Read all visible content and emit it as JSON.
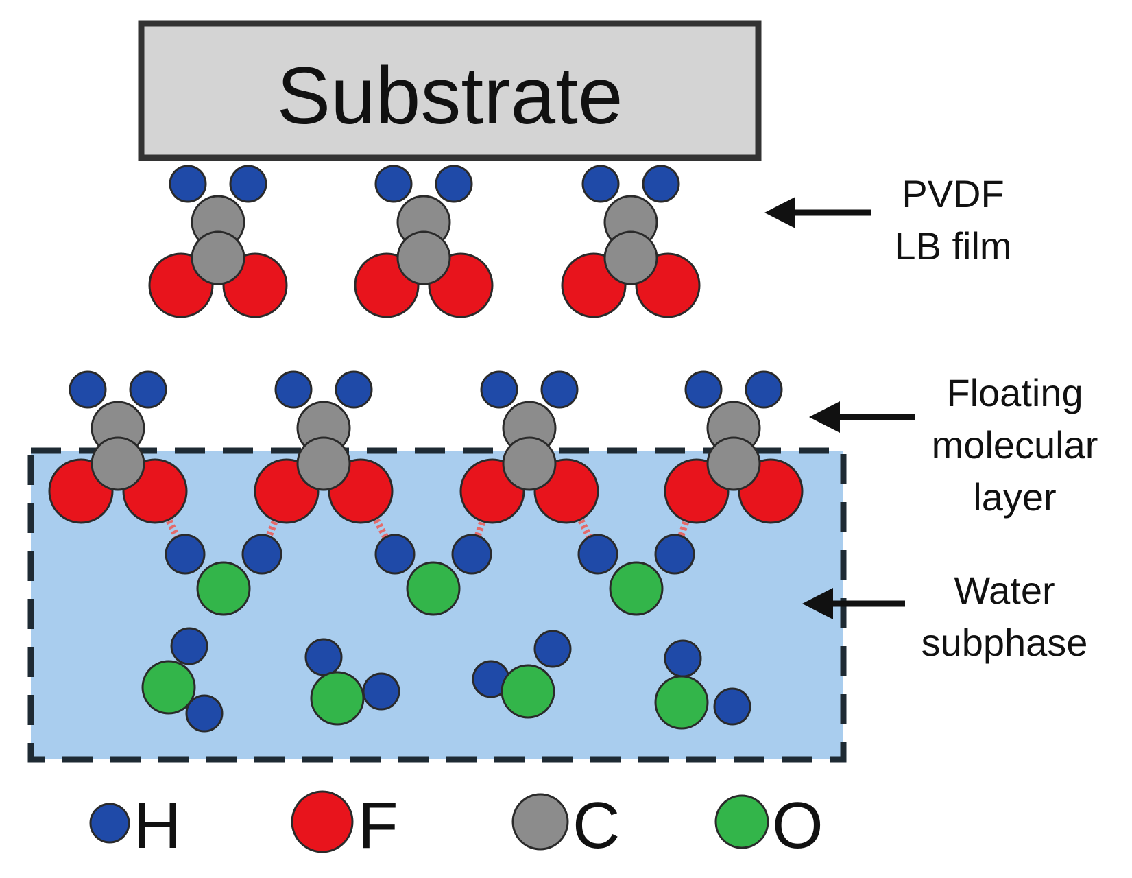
{
  "substrate": {
    "label": "Substrate"
  },
  "labels": {
    "pvdf_film": [
      "PVDF",
      "LB film"
    ],
    "floating_layer": [
      "Floating",
      "molecular",
      "layer"
    ],
    "water_subphase": [
      "Water",
      "subphase"
    ]
  },
  "legend": [
    {
      "symbol": "H",
      "color": "#1f4aa8"
    },
    {
      "symbol": "F",
      "color": "#e8141c"
    },
    {
      "symbol": "C",
      "color": "#8c8c8c"
    },
    {
      "symbol": "O",
      "color": "#33b54a"
    }
  ],
  "colors": {
    "hydrogen": "#1f4aa8",
    "fluorine": "#e8141c",
    "carbon": "#8c8c8c",
    "oxygen": "#33b54a",
    "water": "#a9cdee",
    "substrate": "#d4d4d4",
    "hbond": "#e46a6a"
  },
  "counts": {
    "pvdf_lb_units": 3,
    "floating_units": 4,
    "bound_water": 3,
    "free_water": 4
  }
}
